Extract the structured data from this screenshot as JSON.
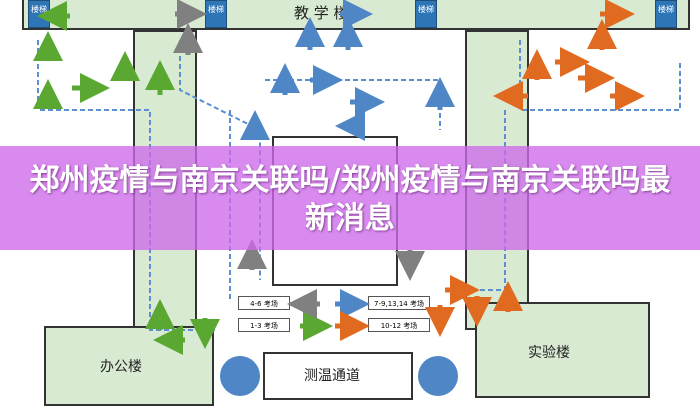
{
  "map": {
    "teaching_building": "教  学  楼",
    "office_building": "办公楼",
    "lab_building": "实验楼",
    "temperature_channel": "测温通道",
    "stairs_label": "楼梯",
    "rooms": {
      "r1": "4-6 考场",
      "r2": "1-3 考场",
      "r3": "7-9,13,14 考场",
      "r4": "10-12 考场"
    },
    "colors": {
      "green": "#5aa832",
      "blue": "#4f86c6",
      "orange": "#e06a1f",
      "gray": "#808080"
    }
  },
  "overlay": {
    "title": "郑州疫情与南京关联吗/郑州疫情与南京关联吗最新消息"
  }
}
